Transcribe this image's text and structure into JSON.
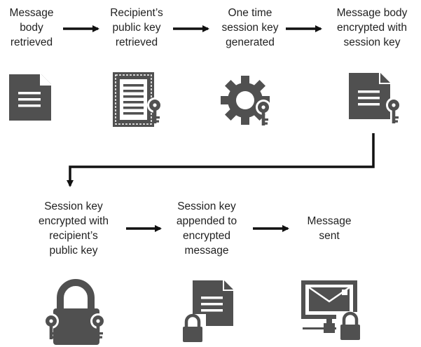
{
  "steps": [
    {
      "id": "s1",
      "lines": [
        "Message",
        "body",
        "retrieved"
      ],
      "icon": "document-icon"
    },
    {
      "id": "s2",
      "lines": [
        "Recipient’s",
        "public key",
        "retrieved"
      ],
      "icon": "certificate-key-icon"
    },
    {
      "id": "s3",
      "lines": [
        "One time",
        "session key",
        "generated"
      ],
      "icon": "gear-key-icon"
    },
    {
      "id": "s4",
      "lines": [
        "Message body",
        "encrypted with",
        "session key"
      ],
      "icon": "document-key-icon"
    },
    {
      "id": "s5",
      "lines": [
        "Session key",
        "encrypted with",
        "recipient’s",
        "public key"
      ],
      "icon": "padlock-keys-icon"
    },
    {
      "id": "s6",
      "lines": [
        "Session key",
        "appended to",
        "encrypted",
        "message"
      ],
      "icon": "document-lock-icon"
    },
    {
      "id": "s7",
      "lines": [
        "Message",
        "sent"
      ],
      "icon": "network-mail-lock-icon"
    }
  ],
  "colors": {
    "icon": "#505050",
    "arrow": "#111111",
    "text": "#222222"
  }
}
